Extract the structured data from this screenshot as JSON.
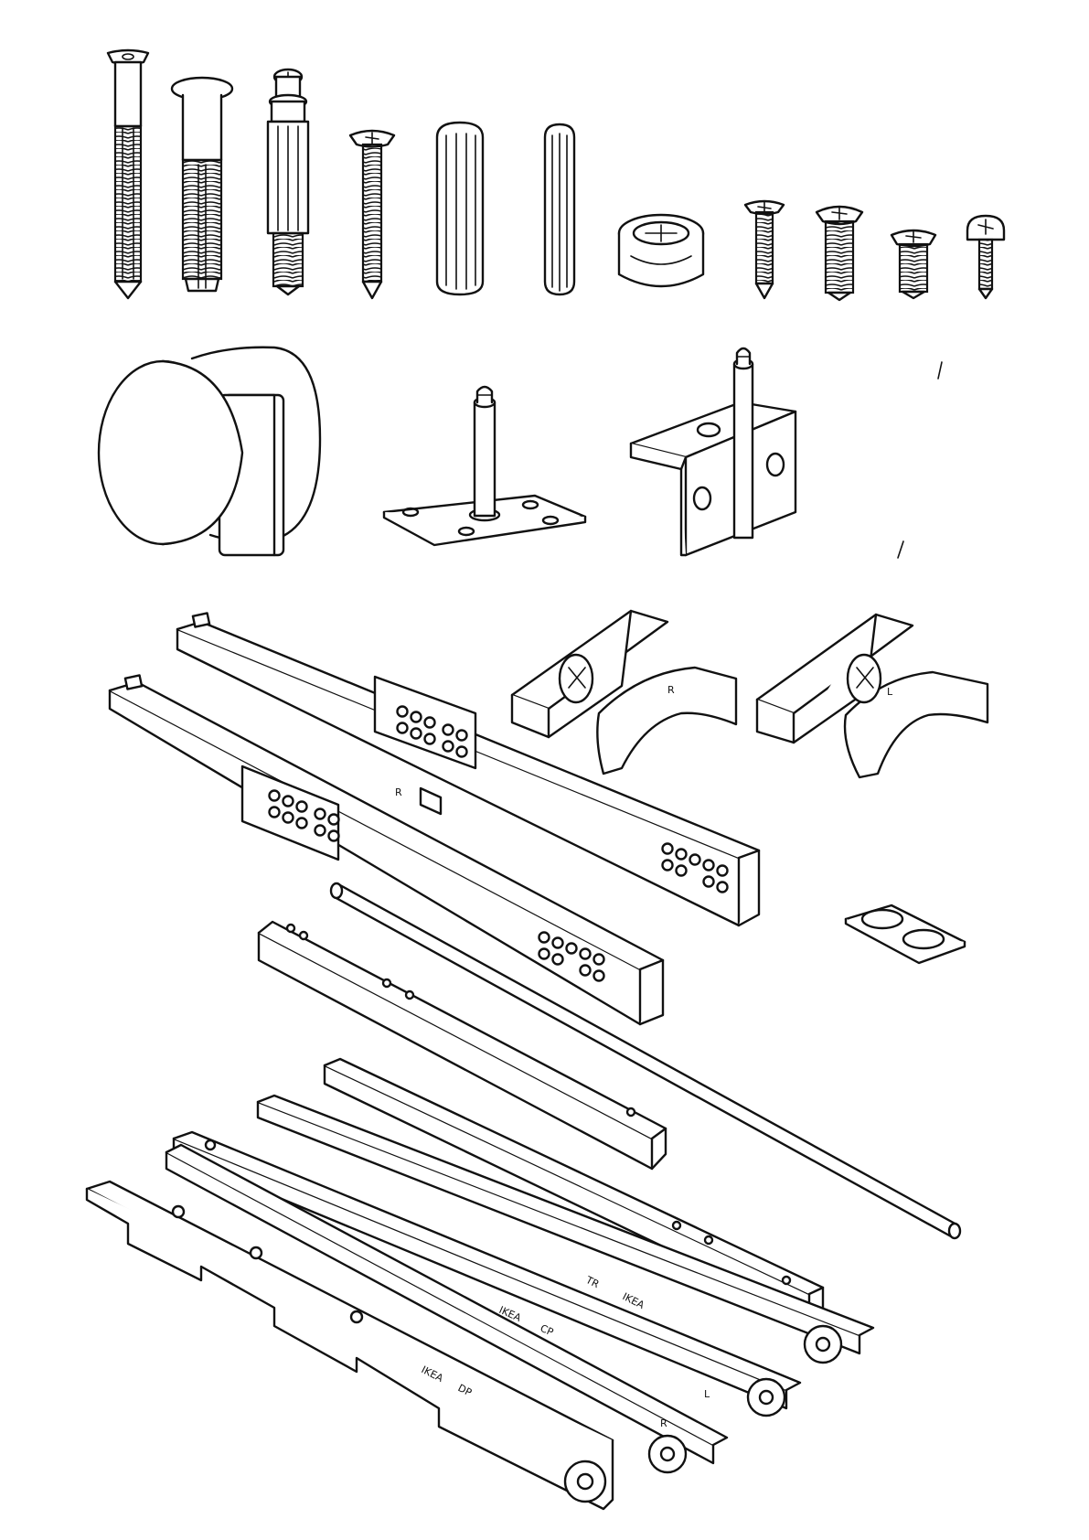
{
  "sheet": {
    "background": "#ffffff",
    "line_color": "#111111"
  },
  "parts": {
    "row1": [
      "long-screw",
      "plastic-anchor-screw",
      "cam-bolt",
      "wood-screw",
      "wood-dowel-large",
      "wood-dowel-small",
      "cam-lock",
      "screw-small",
      "euro-screw-long",
      "euro-screw-short",
      "pan-head-screw"
    ],
    "row2": [
      "knob",
      "pin-plate",
      "angle-bracket-pin",
      "allen-key"
    ],
    "row3": [
      "drawer-runner-pair",
      "soft-close-clip-right",
      "soft-close-clip-left",
      "felt-pad-sheet"
    ],
    "row4": [
      "rod",
      "runner-guide",
      "roller-runner-set"
    ]
  },
  "labels": {
    "runner_r": "R",
    "clip_r": "R",
    "clip_l": "L",
    "roller_r": "R",
    "roller_l": "L",
    "brand_1": "IKEA",
    "code_1": "DP",
    "brand_2": "IKEA",
    "code_2": "CP",
    "brand_3": "IKEA",
    "code_3": "TR"
  }
}
